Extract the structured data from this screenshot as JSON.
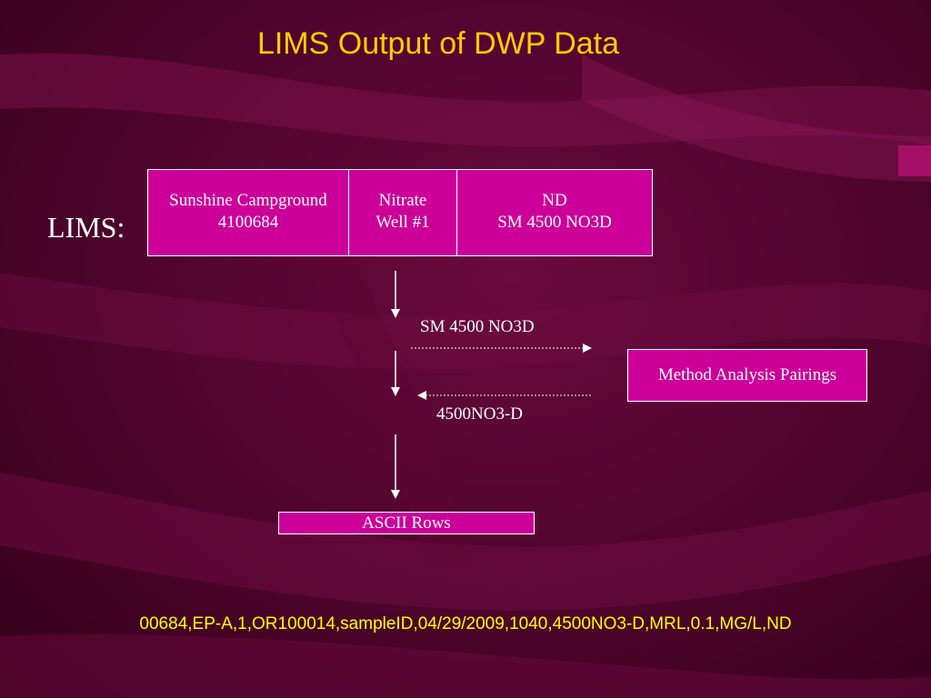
{
  "title": "LIMS Output of DWP Data",
  "lims_label": "LIMS:",
  "record": {
    "system": {
      "line1": "Sunshine Campground",
      "line2": "4100684"
    },
    "analyte": {
      "line1": "Nitrate",
      "line2": "Well #1"
    },
    "result": {
      "line1": "ND",
      "line2": "SM 4500 NO3D"
    }
  },
  "method_box": "Method Analysis Pairings",
  "forward_label": "SM 4500 NO3D",
  "return_label": "4500NO3-D",
  "ascii_box": "ASCII Rows",
  "output_row": "00684,EP-A,1,OR100014,sampleID,04/29/2009,1040,4500NO3-D,MRL,0.1,MG/L,ND",
  "colors": {
    "title": "#ffcc00",
    "box_fill": "#cc0099",
    "output_text": "#ffff00",
    "background": "#52052f"
  }
}
